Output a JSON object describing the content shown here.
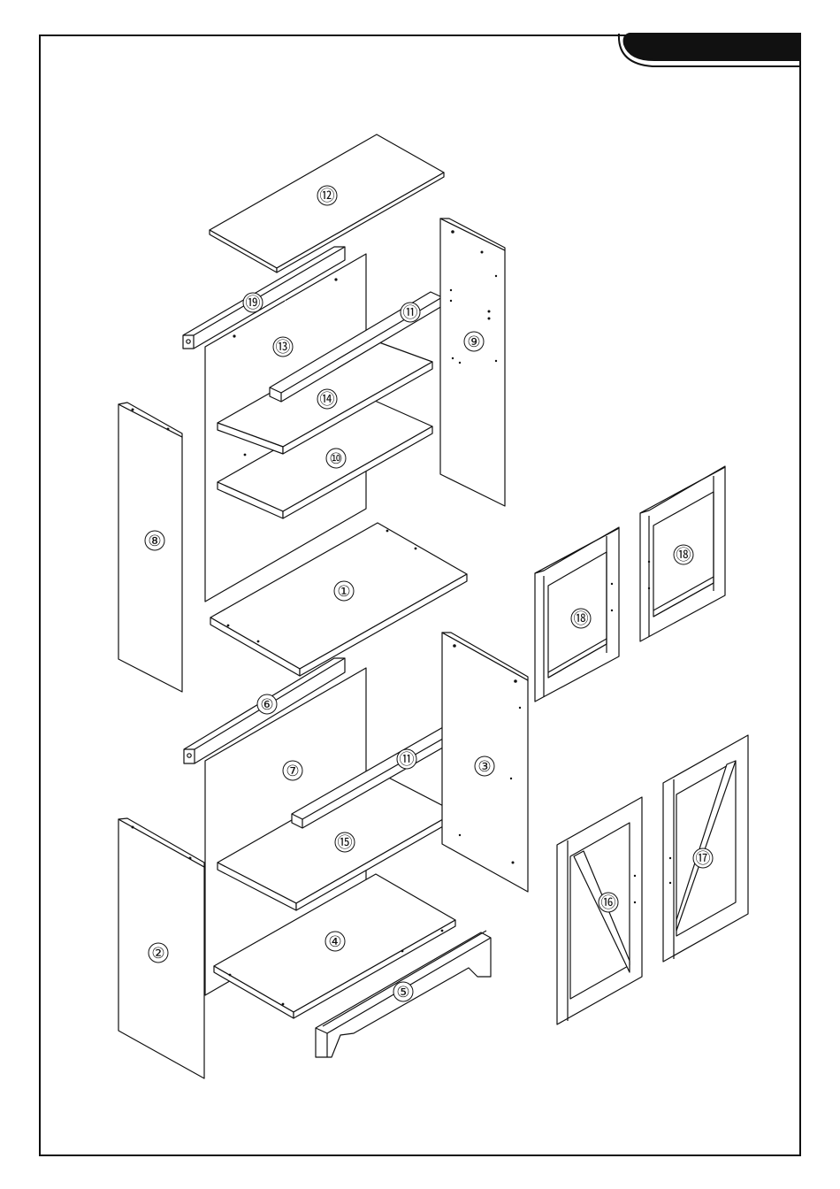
{
  "colors": {
    "ink": "#111111",
    "paper": "#ffffff",
    "tab": "#111111"
  },
  "parts": [
    {
      "key": "p12",
      "label": "⑫"
    },
    {
      "key": "p19",
      "label": "⑲"
    },
    {
      "key": "p11a",
      "label": "⑪"
    },
    {
      "key": "p13",
      "label": "⑬"
    },
    {
      "key": "p9",
      "label": "⑨"
    },
    {
      "key": "p14",
      "label": "⑭"
    },
    {
      "key": "p10",
      "label": "⑩"
    },
    {
      "key": "p8",
      "label": "⑧"
    },
    {
      "key": "p1",
      "label": "①"
    },
    {
      "key": "p18a",
      "label": "⑱"
    },
    {
      "key": "p18b",
      "label": "⑱"
    },
    {
      "key": "p6",
      "label": "⑥"
    },
    {
      "key": "p7",
      "label": "⑦"
    },
    {
      "key": "p11b",
      "label": "⑪"
    },
    {
      "key": "p3",
      "label": "③"
    },
    {
      "key": "p15",
      "label": "⑮"
    },
    {
      "key": "p2",
      "label": "②"
    },
    {
      "key": "p4",
      "label": "④"
    },
    {
      "key": "p5",
      "label": "⑤"
    },
    {
      "key": "p16",
      "label": "⑯"
    },
    {
      "key": "p17",
      "label": "⑰"
    }
  ]
}
